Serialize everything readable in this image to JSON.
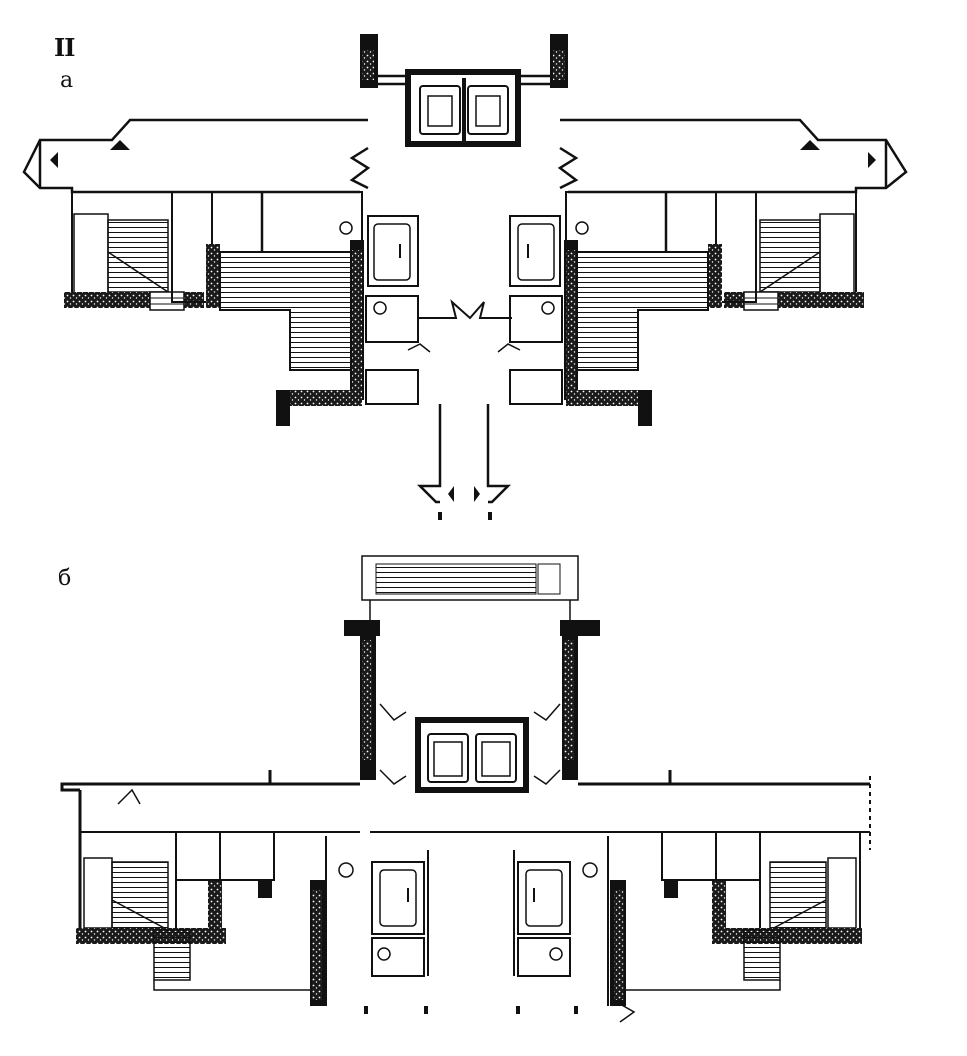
{
  "figure": {
    "section_label": "II",
    "plan_a_label": "а",
    "plan_b_label": "б"
  },
  "colors": {
    "ink": "#111111",
    "hatch_wall": "#2a2a2a",
    "paper": "#ffffff"
  }
}
